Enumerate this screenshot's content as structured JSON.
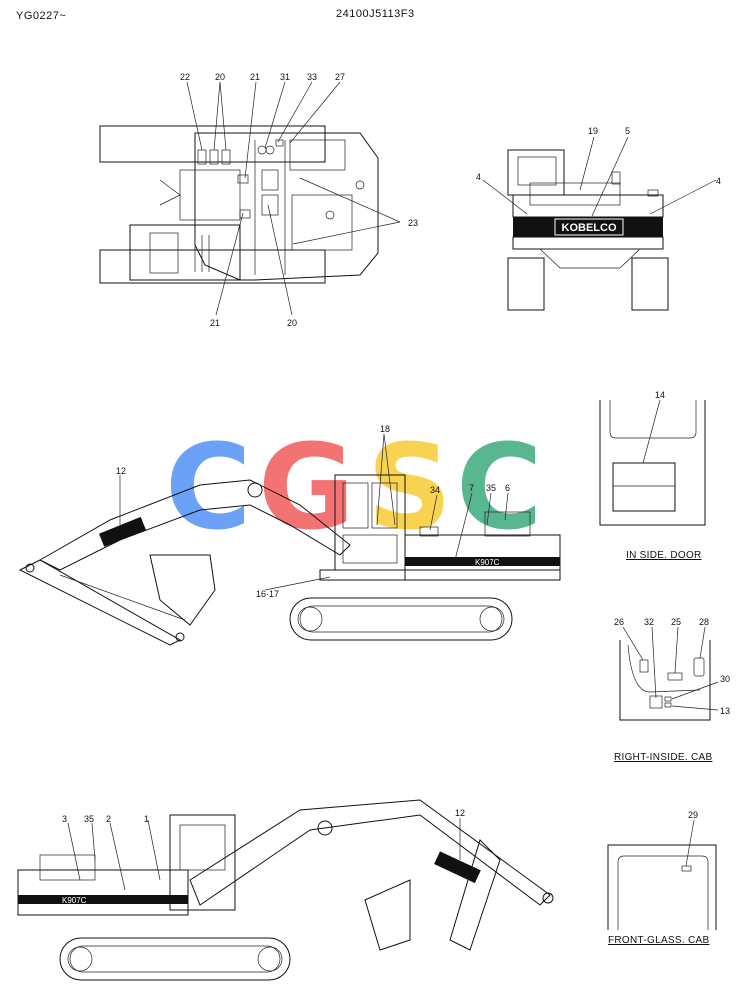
{
  "header": {
    "left": "YG0227~",
    "center": "24100J5113F3"
  },
  "captions": {
    "inside_door": "IN SIDE. DOOR",
    "right_inside_cab": "RIGHT-INSIDE. CAB",
    "front_glass_cab": "FRONT-GLASS. CAB"
  },
  "brand": {
    "name": "KOBELCO",
    "model": "K907C"
  },
  "watermark": {
    "letters": [
      "C",
      "G",
      "S",
      "C"
    ],
    "colors": [
      "#3b82f6",
      "#ef4444",
      "#f5c518",
      "#22a06b"
    ]
  },
  "callouts": {
    "top_view": [
      "22",
      "20",
      "21",
      "31",
      "33",
      "27",
      "23",
      "21",
      "20"
    ],
    "rear_view": [
      "19",
      "5",
      "4",
      "4"
    ],
    "side_view": [
      "18",
      "12",
      "34",
      "7",
      "35",
      "6",
      "16·17"
    ],
    "inside_door": [
      "14"
    ],
    "right_inside_cab": [
      "26",
      "32",
      "25",
      "28",
      "30",
      "13"
    ],
    "left_view": [
      "3",
      "35",
      "2",
      "1",
      "12"
    ],
    "front_glass": [
      "29"
    ]
  }
}
